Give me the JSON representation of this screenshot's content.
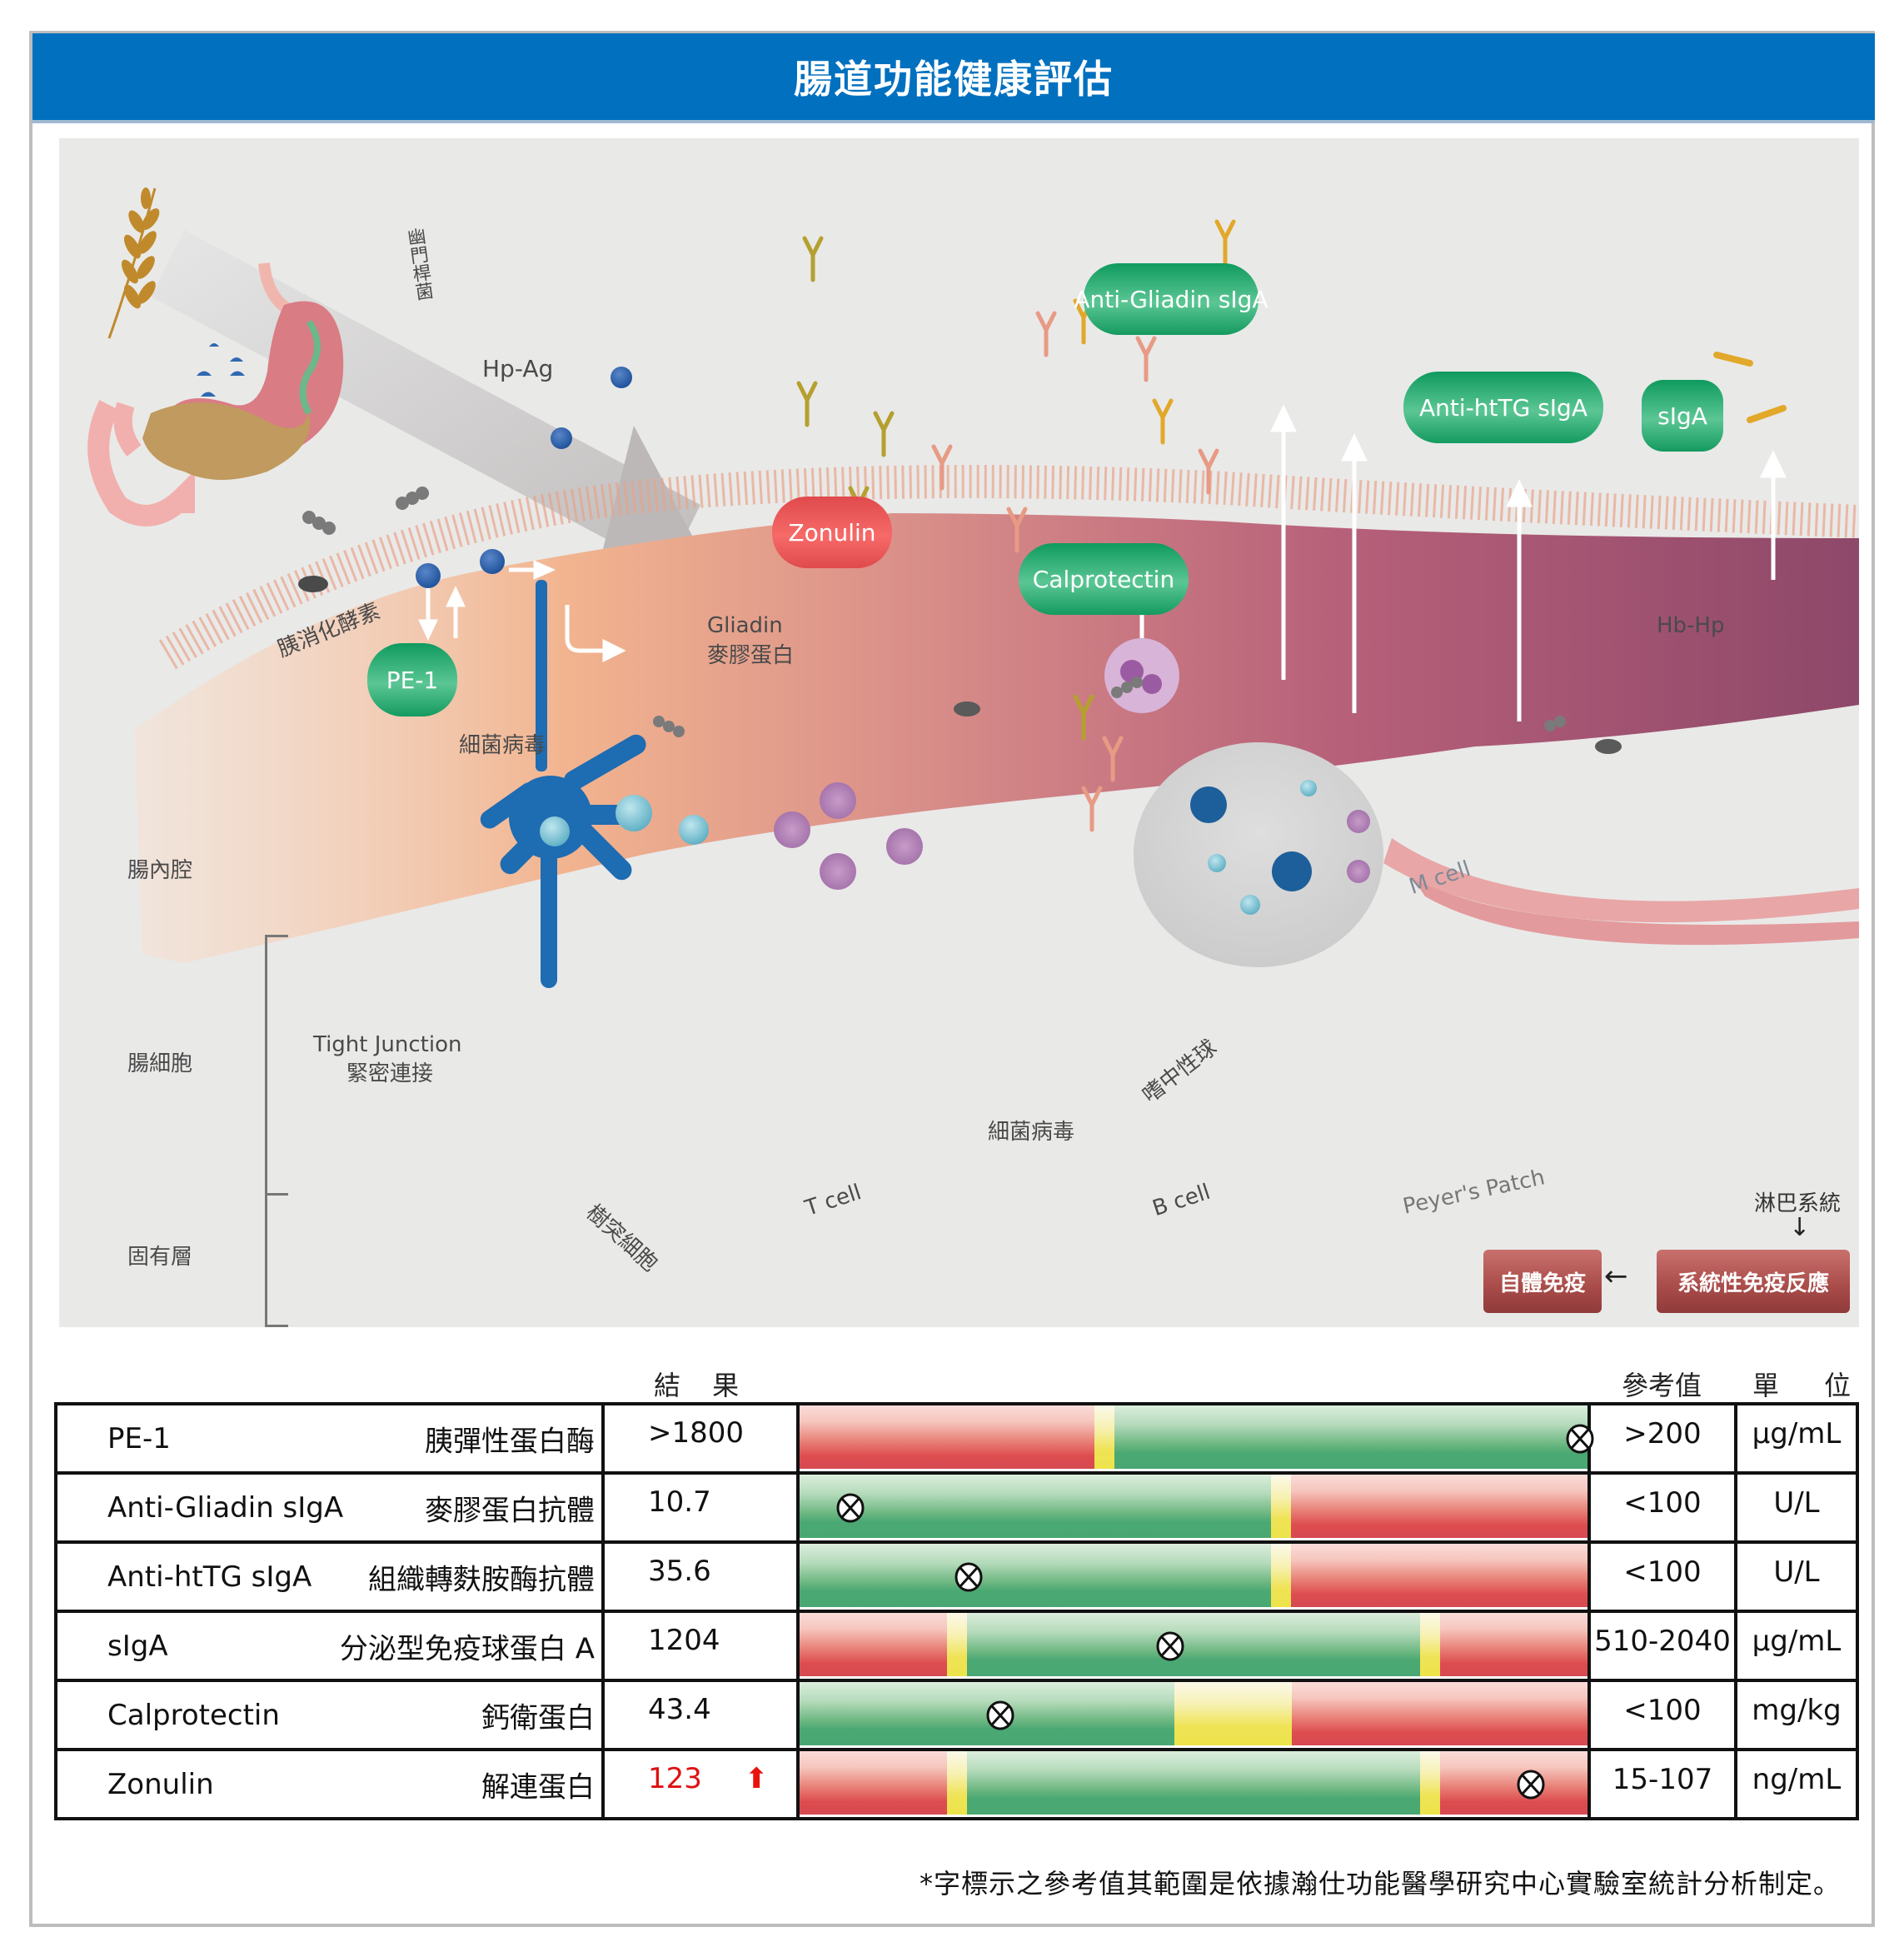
{
  "title": "腸道功能健康評估",
  "illustration": {
    "layers": {
      "lumen": "腸內腔",
      "enterocyte": "腸細胞",
      "lamina_propria": "固有層"
    },
    "stomach_label": "幽門桿菌",
    "hp_ag": "Hp-Ag",
    "pancreas_label": "胰消化酵素",
    "gliadin_en": "Gliadin",
    "gliadin_zh": "麥膠蛋白",
    "microbes_top": "細菌病毒",
    "microbes_bottom": "細菌病毒",
    "tight_junction_en": "Tight Junction",
    "tight_junction_zh": "緊密連接",
    "dendritic_cell": "樹突細胞",
    "t_cell": "T cell",
    "b_cell": "B cell",
    "neutrophil": "嗜中性球",
    "m_cell": "M cell",
    "peyers_patch": "Peyer's Patch",
    "hb_hp": "Hb-Hp",
    "lymph_system": "淋巴系統",
    "systemic_immune": "系統性免疫反應",
    "autoimmune": "自體免疫",
    "pills": {
      "pe1": "PE-1",
      "zonulin": "Zonulin",
      "calprotectin": "Calprotectin",
      "anti_gliadin": "Anti-Gliadin sIgA",
      "anti_httg": "Anti-htTG sIgA",
      "siga": "sIgA"
    },
    "colors": {
      "pill_green": "#1aa064",
      "pill_red": "#ee5a5a",
      "background": "#e9e9e8"
    }
  },
  "table": {
    "headers": {
      "result": "結 果",
      "reference": "參考值",
      "unit": "單 位"
    },
    "rows": [
      {
        "name_en": "PE-1",
        "name_zh": "胰彈性蛋白酶",
        "result": ">1800",
        "high": false,
        "reference": ">200",
        "unit": "µg/mL",
        "gauge": {
          "segments": [
            [
              "red",
              0.374
            ],
            [
              "yellow",
              0.026
            ],
            [
              "green",
              0.6
            ]
          ],
          "marker": 0.99
        }
      },
      {
        "name_en": "Anti-Gliadin sIgA",
        "name_zh": "麥膠蛋白抗體",
        "result": "10.7",
        "high": false,
        "reference": "<100",
        "unit": "U/L",
        "gauge": {
          "segments": [
            [
              "green",
              0.598
            ],
            [
              "yellow",
              0.026
            ],
            [
              "red",
              0.376
            ]
          ],
          "marker": 0.064
        }
      },
      {
        "name_en": "Anti-htTG sIgA",
        "name_zh": "組織轉麩胺酶抗體",
        "result": "35.6",
        "high": false,
        "reference": "<100",
        "unit": "U/L",
        "gauge": {
          "segments": [
            [
              "green",
              0.598
            ],
            [
              "yellow",
              0.026
            ],
            [
              "red",
              0.376
            ]
          ],
          "marker": 0.215
        }
      },
      {
        "name_en": "sIgA",
        "name_zh": "分泌型免疫球蛋白 A",
        "result": "1204",
        "high": false,
        "reference": "510-2040",
        "unit": "µg/mL",
        "gauge": {
          "segments": [
            [
              "red",
              0.187
            ],
            [
              "yellow",
              0.026
            ],
            [
              "green",
              0.575
            ],
            [
              "yellow",
              0.025
            ],
            [
              "red",
              0.187
            ]
          ],
          "marker": 0.47
        }
      },
      {
        "name_en": "Calprotectin",
        "name_zh": "鈣衛蛋白",
        "result": "43.4",
        "high": false,
        "reference": "<100",
        "unit": "mg/kg",
        "gauge": {
          "segments": [
            [
              "green",
              0.476
            ],
            [
              "yellow",
              0.149
            ],
            [
              "red",
              0.375
            ]
          ],
          "marker": 0.255
        }
      },
      {
        "name_en": "Zonulin",
        "name_zh": "解連蛋白",
        "result": "123",
        "high": true,
        "high_indicator": "⬆",
        "reference": "15-107",
        "unit": "ng/mL",
        "gauge": {
          "segments": [
            [
              "red",
              0.187
            ],
            [
              "yellow",
              0.026
            ],
            [
              "green",
              0.575
            ],
            [
              "yellow",
              0.025
            ],
            [
              "red",
              0.187
            ]
          ],
          "marker": 0.928
        }
      }
    ],
    "colors": {
      "red": "#dd4c4f",
      "yellow": "#ede34a",
      "green": "#49a773",
      "high_value": "#e01010"
    }
  },
  "footnote": "*字標示之參考值其範圍是依據瀚仕功能醫學研究中心實驗室統計分析制定。"
}
